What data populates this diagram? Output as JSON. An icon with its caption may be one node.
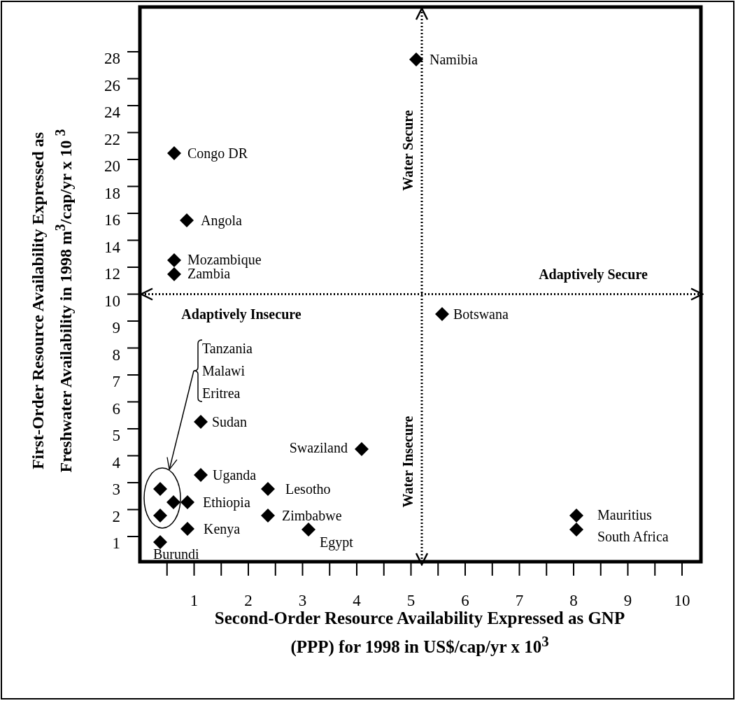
{
  "diagram": {
    "nodes": [
      {
        "text": [
          "Tanzania",
          "Malawi",
          "Eritrea"
        ]
      },
      {
        "text": [],
        "shape": "circle"
      }
    ],
    "edges": [
      {
        "from": 0,
        "to": 1,
        "arrow": "to"
      }
    ],
    "labels": [
      "First-Order Resource Availability Expressed as Freshwater Availability in 1998 m$^{3}$/cap/yr x 10 $^{3}$",
      "28",
      "26",
      "24",
      "22",
      "20",
      "18",
      "16",
      "14",
      "12",
      "10",
      "9",
      "8",
      "7",
      "6",
      "5",
      "4",
      "3",
      "2",
      "1",
      "Namibia",
      "Water Secure",
      "Congo DR",
      "Angola",
      "Mozambique",
      "Zambia",
      "Adaptively Secure",
      "Adaptively Insecure",
      "Botswana",
      "Sudan",
      "Water Insecure",
      "Swaziland",
      "Uganda",
      "Lesotho",
      "Ethiopia",
      "Zimbabwe",
      "Mauritius",
      "Kenya",
      "Egypt",
      "South Africa",
      "Burundi",
      "1",
      "2",
      "3",
      "4",
      "5",
      "6",
      "7",
      "8",
      "9",
      "10",
      "Second-Order Resource Availability Expressed as GNP (PPP) for 1998 in US$/cap/yr x 10$^{3}$"
    ]
  }
}
